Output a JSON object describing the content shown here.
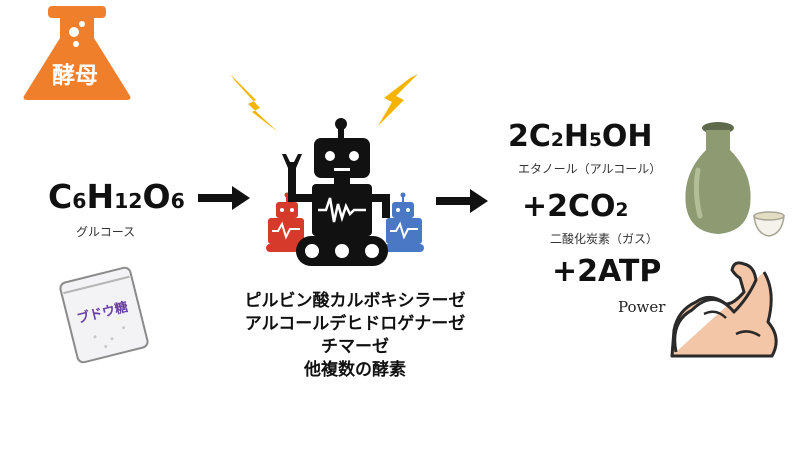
{
  "yeast": {
    "label": "酵母"
  },
  "reactant": {
    "formula_parts": [
      "C",
      "6",
      "H",
      "12",
      "O",
      "6"
    ],
    "name": "グルコース"
  },
  "sugar_bag": {
    "label": "ブドウ糖"
  },
  "enzymes": {
    "lines": [
      "ピルビン酸カルボキシラーゼ",
      "アルコールデヒドロゲナーゼ",
      "チマーゼ",
      "他複数の酵素"
    ]
  },
  "products": {
    "ethanol": {
      "formula_parts": [
        "2C",
        "2",
        "H",
        "5",
        "OH"
      ],
      "name": "エタノール（アルコール）"
    },
    "co2": {
      "formula_parts": [
        "+2CO",
        "2"
      ],
      "name": "二酸化炭素（ガス）"
    },
    "atp": {
      "formula": "+2ATP",
      "name": "Power"
    }
  },
  "colors": {
    "flask": "#f07f2c",
    "lightning": "#f5b400",
    "robot_red": "#d63a2a",
    "robot_blue": "#4a78c4",
    "bottle": "#8e9a72"
  },
  "icons": [
    "flask-icon",
    "lightning-icon",
    "robot-icon",
    "arrow-right-icon",
    "sake-bottle-icon",
    "sake-cup-icon",
    "muscle-arm-icon",
    "sugar-bag-icon"
  ]
}
